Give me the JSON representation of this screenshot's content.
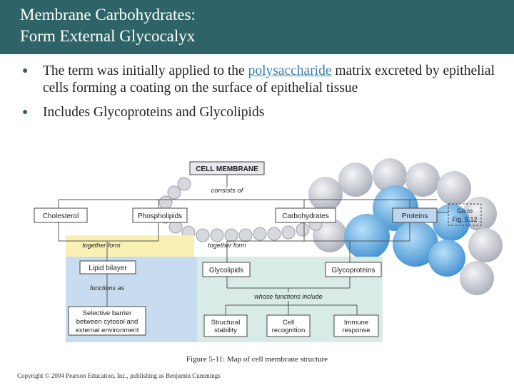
{
  "slide": {
    "title_line1": "Membrane Carbohydrates:",
    "title_line2": "Form External Glycocalyx",
    "bullet1": {
      "before": "The term was initially applied to the ",
      "link": "polysaccharide",
      "after": " matrix excreted by epithelial cells forming a coating on the surface of epithelial tissue"
    },
    "bullet2": "Includes Glycoproteins and Glycolipids",
    "caption": "Figure 5-11: Map of cell membrane structure",
    "copyright": "Copyright © 2004 Pearson Education, Inc., publishing as Benjamin Cummings"
  },
  "colors": {
    "title_bar": "#2e6467",
    "link": "#3a7fa8",
    "yellow_panel": "#f9f1b4",
    "blue_panel": "#c8dcf0",
    "green_panel": "#d8ebe6",
    "sphere_blue": "#5aa6dd",
    "sphere_gray": "#c9ccd3"
  },
  "diagram": {
    "cell_membrane": "CELL MEMBRANE",
    "consists_of": "consists of",
    "cholesterol": "Cholesterol",
    "phospholipids": "Phospholipids",
    "carbohydrates": "Carbohydrates",
    "proteins": "Proteins",
    "goto_line1": "Go to",
    "goto_line2": "Fig. 5.12",
    "together_form_1": "together form",
    "together_form_2": "together form",
    "lipid_bilayer": "Lipid bilayer",
    "functions_as": "functions as",
    "barrier_line1": "Selective barrier",
    "barrier_line2": "between cytosol and",
    "barrier_line3": "external environment",
    "glycolipids": "Glycolipids",
    "glycoproteins": "Glycoproteins",
    "whose_functions": "whose functions include",
    "structural_line1": "Structural",
    "structural_line2": "stability",
    "cell_rec_line1": "Cell",
    "cell_rec_line2": "recognition",
    "immune_line1": "Immune",
    "immune_line2": "response"
  }
}
